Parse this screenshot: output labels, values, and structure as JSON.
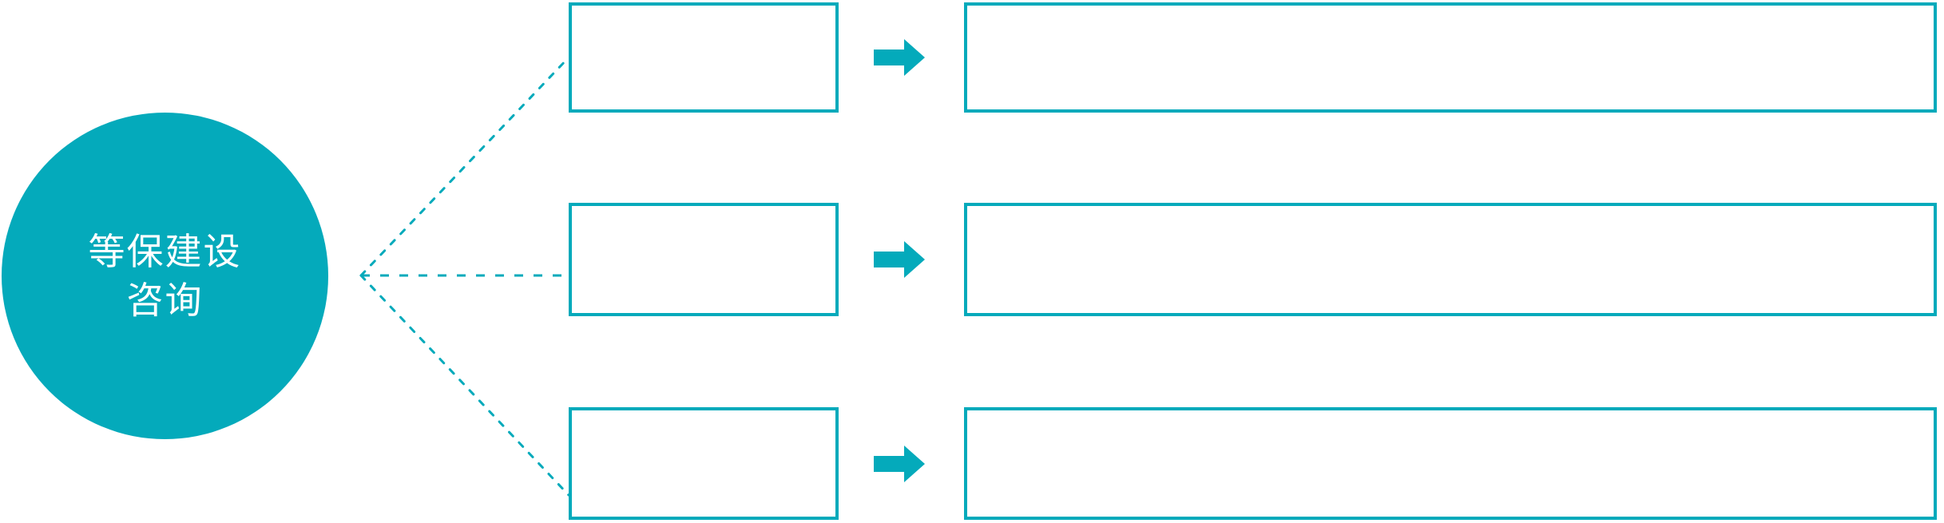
{
  "diagram": {
    "hub": {
      "label_lines": [
        "等保建设",
        "咨询"
      ],
      "fill_color": "#04aabb",
      "text_color": "#ffffff"
    },
    "accent_color": "#04aabb",
    "background_color": "#ffffff",
    "connector_style": "dotted",
    "rows": [
      {
        "category_label": "",
        "detail_label": "",
        "arrow_icon": "right-arrow-icon"
      },
      {
        "category_label": "",
        "detail_label": "",
        "arrow_icon": "right-arrow-icon"
      },
      {
        "category_label": "",
        "detail_label": "",
        "arrow_icon": "right-arrow-icon"
      }
    ]
  }
}
